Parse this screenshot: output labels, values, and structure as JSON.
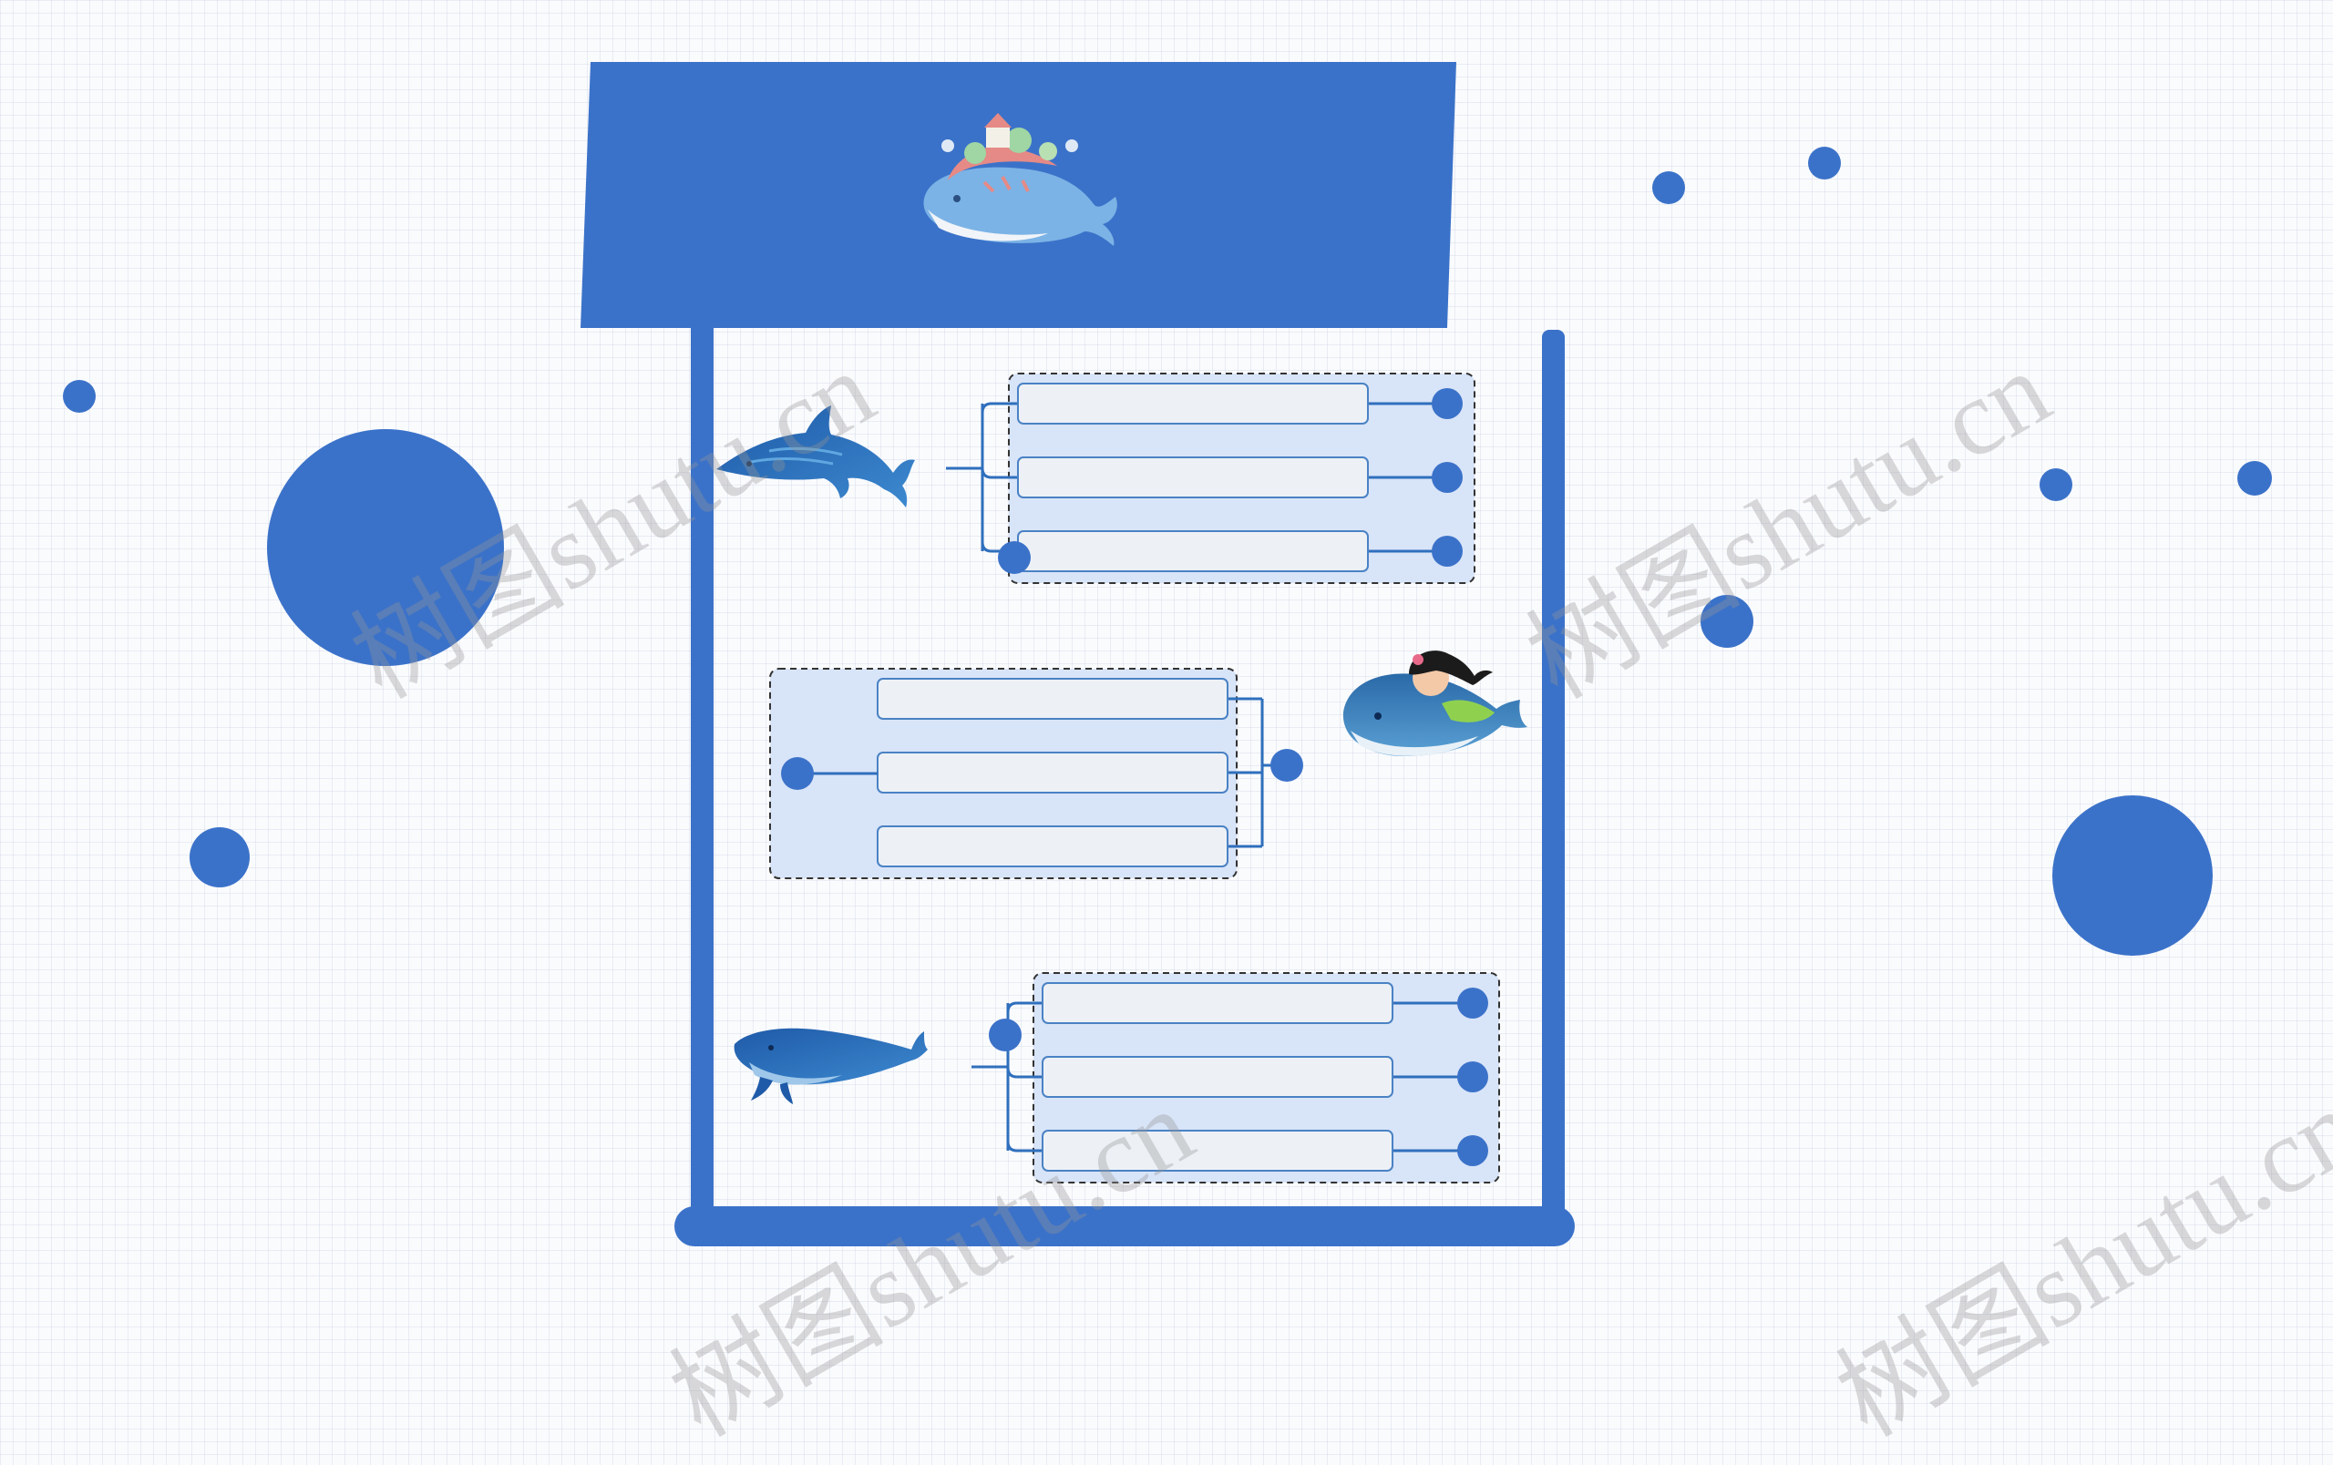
{
  "watermark": {
    "text": "树图shutu.cn"
  },
  "colors": {
    "primary": "#3b72c9",
    "panel_fill": "#d8e4f8",
    "box_fill": "#edf1f6",
    "box_stroke": "#4a82c4",
    "connector": "#2f6fbd"
  },
  "illustrations": [
    {
      "name": "island-whale-icon"
    },
    {
      "name": "dolphin-icon"
    },
    {
      "name": "girl-riding-whale-icon"
    },
    {
      "name": "blue-whale-icon"
    }
  ],
  "groups": [
    {
      "name": "group-1",
      "boxes": [
        "",
        "",
        ""
      ]
    },
    {
      "name": "group-2",
      "boxes": [
        "",
        "",
        ""
      ]
    },
    {
      "name": "group-3",
      "boxes": [
        "",
        "",
        ""
      ]
    }
  ]
}
